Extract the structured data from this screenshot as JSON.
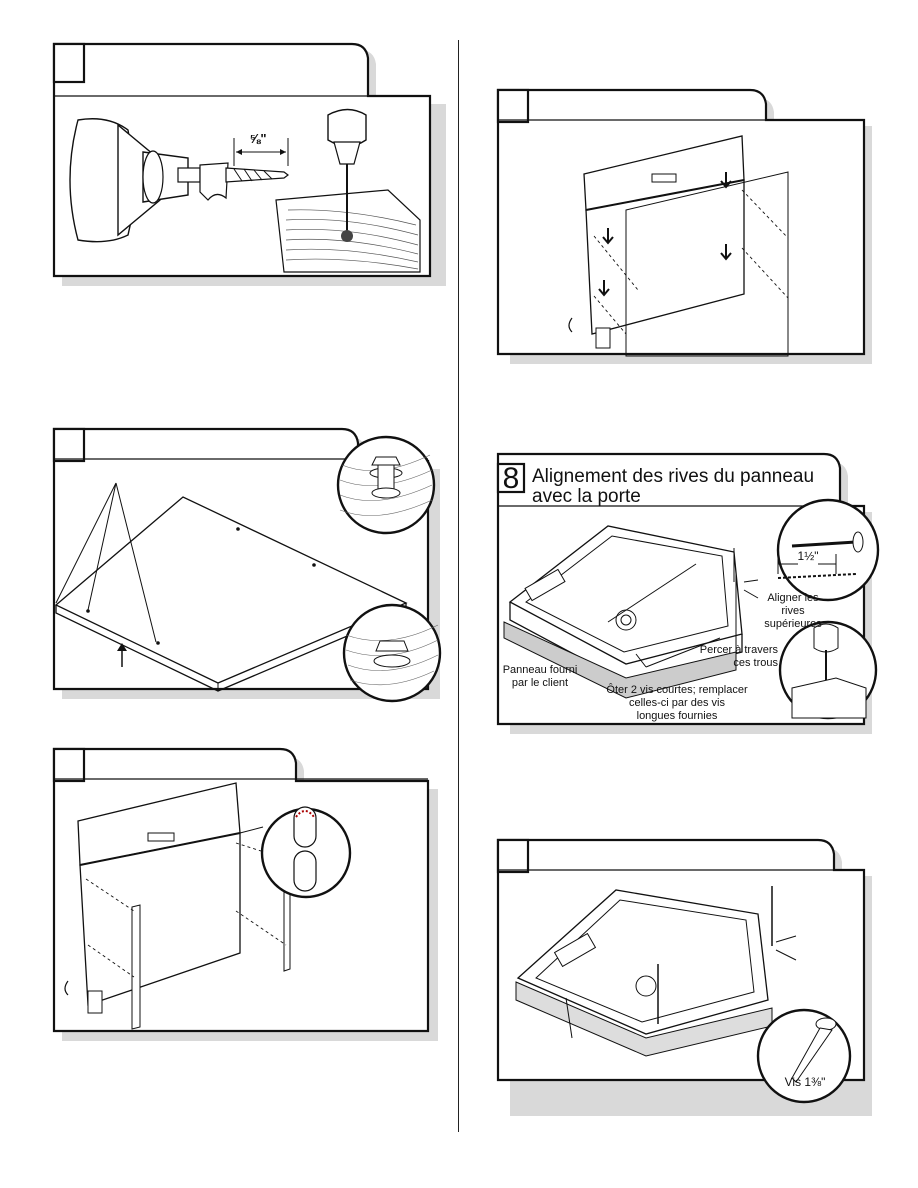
{
  "panels": {
    "drill": {
      "dimension": "⅝\""
    },
    "step8": {
      "number": "8",
      "title_line1": "Alignement des rives du panneau",
      "title_line2": "avec la porte",
      "labels": {
        "measure": "1½\"",
        "align_edges": "Aligner les\nrives\nsupérieures",
        "drill_through": "Percer à travers\nces trous",
        "customer_panel": "Panneau fourni\npar le client",
        "replace_screws": "Ôter 2 vis courtes; remplacer\ncelles-ci par des vis\nlongues fournies"
      }
    },
    "final": {
      "screw_label": "Vis 1⅜\""
    }
  }
}
